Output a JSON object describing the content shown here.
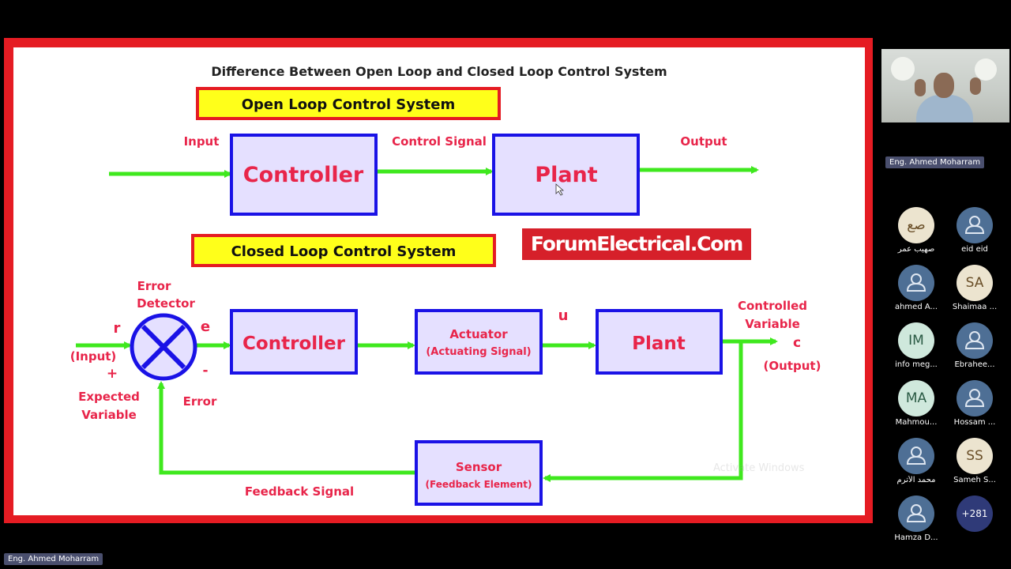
{
  "slide": {
    "title": "Difference Between Open Loop and Closed Loop Control System",
    "watermark": "Activate Windows",
    "open_loop": {
      "heading": "Open Loop Control System",
      "input": "Input",
      "controller": "Controller",
      "control_signal": "Control Signal",
      "plant": "Plant",
      "output": "Output"
    },
    "logo": "ForumElectrical.Com",
    "closed_loop": {
      "heading": "Closed Loop Control System",
      "error_detector_1": "Error",
      "error_detector_2": "Detector",
      "r": "r",
      "e": "e",
      "input": "(Input)",
      "plus": "+",
      "minus": "-",
      "expected_1": "Expected",
      "expected_2": "Variable",
      "error": "Error",
      "controller": "Controller",
      "actuator_1": "Actuator",
      "actuator_2": "(Actuating Signal)",
      "u": "u",
      "plant": "Plant",
      "controlled_1": "Controlled",
      "controlled_2": "Variable",
      "c": "c",
      "output": "(Output)",
      "sensor_1": "Sensor",
      "sensor_2": "(Feedback Element)",
      "feedback": "Feedback Signal"
    }
  },
  "presenter": {
    "name_tag": "Eng. Ahmed Moharram"
  },
  "bottom_tag": "Eng. Ahmed Moharram",
  "participants": [
    {
      "initials": "صع",
      "name": "صهيب عمر",
      "style": "av-cream"
    },
    {
      "initials": "",
      "name": "eid eid",
      "style": "av-blue"
    },
    {
      "initials": "",
      "name": "ahmed A...",
      "style": "av-blue"
    },
    {
      "initials": "SA",
      "name": "Shaimaa ...",
      "style": "av-cream"
    },
    {
      "initials": "IM",
      "name": "info meg...",
      "style": "av-mint"
    },
    {
      "initials": "",
      "name": "Ebrahee...",
      "style": "av-blue"
    },
    {
      "initials": "MA",
      "name": "Mahmou...",
      "style": "av-mint"
    },
    {
      "initials": "",
      "name": "Hossam ...",
      "style": "av-blue"
    },
    {
      "initials": "",
      "name": "محمد الأترم",
      "style": "av-blue"
    },
    {
      "initials": "SS",
      "name": "Sameh S...",
      "style": "av-cream"
    },
    {
      "initials": "",
      "name": "Hamza D...",
      "style": "av-blue"
    },
    {
      "initials": "+281",
      "name": "",
      "style": "av-more"
    }
  ],
  "colors": {
    "slide_border": "#e51c23",
    "box_fill": "#e5e0ff",
    "box_stroke": "#1a12e6",
    "label_red": "#e8254a",
    "arrow_green": "#3fe81e",
    "heading_fill": "#ffff1a",
    "heading_border": "#e51c23",
    "logo_bg": "#d6202a"
  }
}
